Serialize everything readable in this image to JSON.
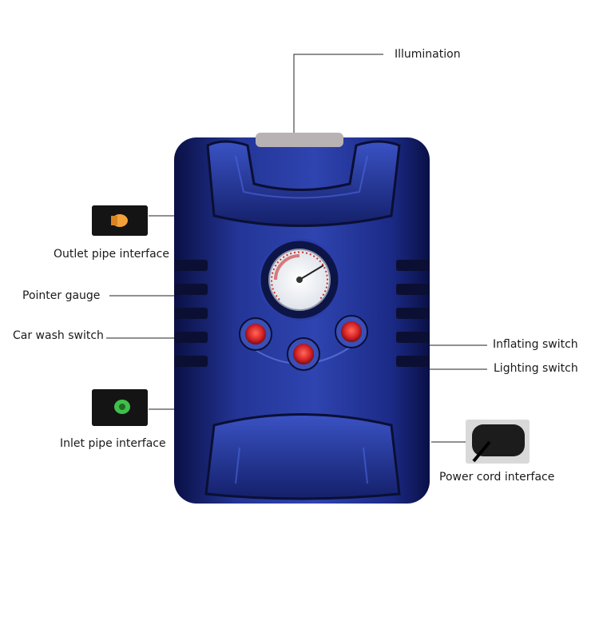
{
  "callouts": {
    "illumination": "Illumination",
    "outlet_pipe_interface": "Outlet pipe interface",
    "pointer_gauge": "Pointer gauge",
    "car_wash_switch": "Car wash switch",
    "inflating_switch": "Inflating switch",
    "lighting_switch": "Lighting switch",
    "inlet_pipe_interface": "Inlet pipe interface",
    "power_cord_interface": "Power cord interface"
  },
  "colors": {
    "body_blue": "#1f2f8f",
    "body_dark": "#0c1450",
    "leader_line": "#222222",
    "switch_red": "#d8252a",
    "outlet_orange": "#f2a23a",
    "inlet_green": "#3fbf4a"
  }
}
